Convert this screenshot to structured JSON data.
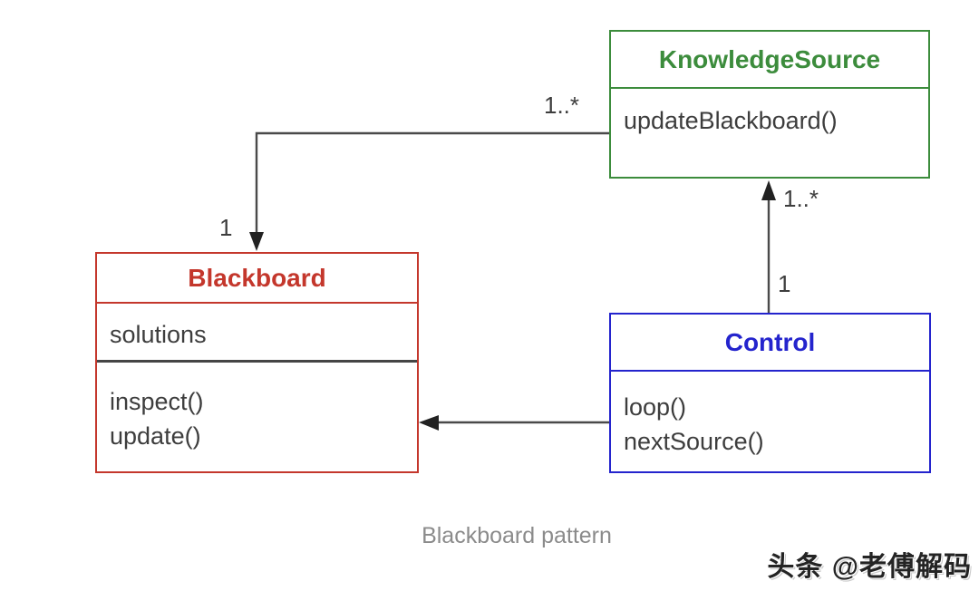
{
  "diagram": {
    "title": "Blackboard pattern",
    "caption": "Blackboard pattern",
    "watermark": "头条 @老傅解码",
    "classes": {
      "knowledge_source": {
        "name": "KnowledgeSource",
        "color": "#3c8c3c",
        "attributes": [],
        "methods": [
          "updateBlackboard()"
        ]
      },
      "blackboard": {
        "name": "Blackboard",
        "color": "#c4372c",
        "attributes": [
          "solutions"
        ],
        "methods": [
          "inspect()",
          "update()"
        ]
      },
      "control": {
        "name": "Control",
        "color": "#2424cd",
        "attributes": [],
        "methods": [
          "loop()",
          "nextSource()"
        ]
      }
    },
    "relations": [
      {
        "from": "KnowledgeSource",
        "to": "Blackboard",
        "source_label": "1..*",
        "target_label": "1",
        "arrow": "open-arrow-to-target"
      },
      {
        "from": "Control",
        "to": "KnowledgeSource",
        "source_label": "1",
        "target_label": "1..*",
        "arrow": "open-arrow-to-target"
      },
      {
        "from": "Control",
        "to": "Blackboard",
        "source_label": "",
        "target_label": "",
        "arrow": "open-arrow-to-target"
      }
    ],
    "line_color": "#4a4a4a",
    "text_color": "#3d3d3d",
    "caption_color": "#8b8b8b"
  }
}
